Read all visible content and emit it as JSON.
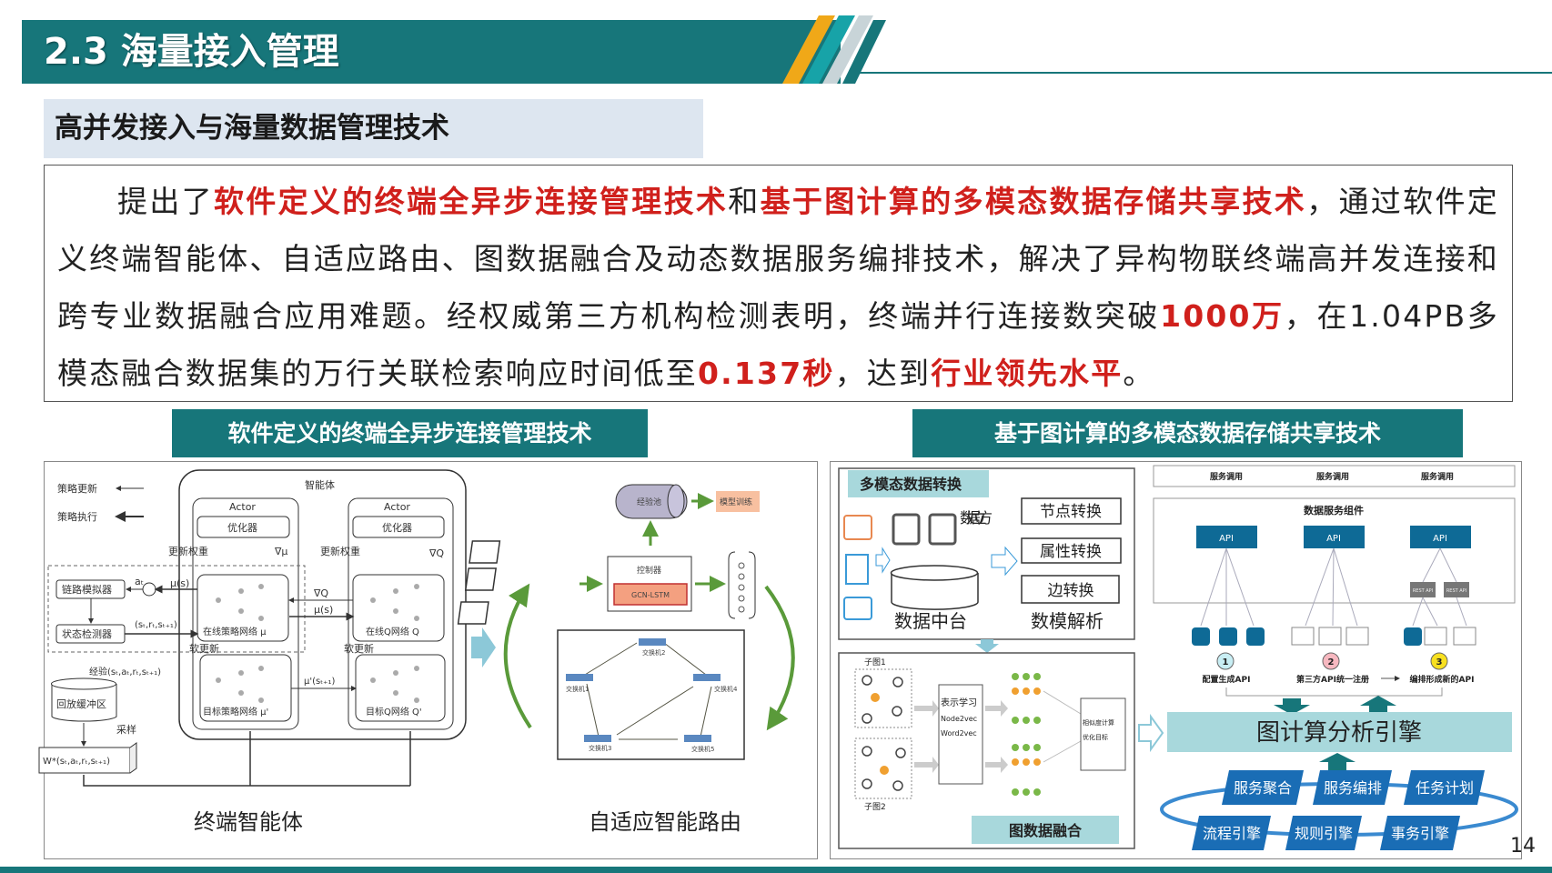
{
  "header": {
    "title": "2.3 海量接入管理",
    "subtitle": "高并发接入与海量数据管理技术",
    "accent": "#17767a",
    "stripe_colors": [
      "#f0a818",
      "#17a3a8",
      "#c8d4d8"
    ]
  },
  "paragraph": {
    "emphasis_color": "#d0201c",
    "segments": [
      {
        "text": "提出了",
        "em": false
      },
      {
        "text": "软件定义的终端全异步连接管理技术",
        "em": true
      },
      {
        "text": "和",
        "em": false
      },
      {
        "text": "基于图计算的多模态数据存储共享技术",
        "em": true
      },
      {
        "text": "，通过软件定义终端智能体、自适应路由、图数据融合及动态数据服务编排技术，解决了异构物联终端高并发连接和跨专业数据融合应用难题。经权威第三方机构检测表明，终端并行连接数突破",
        "em": false
      },
      {
        "text": "1000万",
        "em": true
      },
      {
        "text": "，在1.04PB多模态融合数据集的万行关联检索响应时间低至",
        "em": false
      },
      {
        "text": "0.137秒",
        "em": true
      },
      {
        "text": "，达到",
        "em": false
      },
      {
        "text": "行业领先水平",
        "em": true
      },
      {
        "text": "。",
        "em": false
      }
    ]
  },
  "left_section": {
    "heading": "软件定义的终端全异步连接管理技术",
    "agent_diagram": {
      "legend": [
        "策略更新",
        "策略执行"
      ],
      "container_label": "智能体",
      "actor_label": "Actor",
      "optimizer": "优化器",
      "update_weights": "更新权重",
      "grad_mu": "∇μ",
      "grad_q": "∇Q",
      "online_policy": "在线策略网络 μ",
      "target_policy": "目标策略网络 μ'",
      "online_q": "在线Q网络 Q",
      "target_q": "目标Q网络 Q'",
      "soft_update": "软更新",
      "link_sim": "链路模拟器",
      "state_det": "状态检测器",
      "replay": "回放缓冲区",
      "experience": "经验(sₜ,aₜ,rₜ,sₜ₊₁)",
      "sampling": "采样",
      "sample_tuple": "W*(sₜ,aₜ,rₜ,sₜ₊₁)",
      "mu_s": "μ(s)",
      "a_t": "aₜ",
      "state_tuple": "(sₜ,rₜ,sₜ₊₁)",
      "mu_target": "μ'(sₜ₊₁)",
      "caption": "终端智能体"
    },
    "routing_diagram": {
      "pool": "经验池",
      "training": "模型训练",
      "controller": "控制器",
      "model": "GCN-LSTM",
      "switches": [
        "交换机1",
        "交换机2",
        "交换机3",
        "交换机4",
        "交换机5"
      ],
      "caption": "自适应智能路由"
    }
  },
  "right_section": {
    "heading": "基于图计算的多模态数据存储共享技术",
    "conversion": {
      "label": "多模态数据转换",
      "cube": "数据立方",
      "platform": "数据中台",
      "ops": [
        "节点转换",
        "属性转换",
        "边转换"
      ],
      "parse": "数模解析"
    },
    "fusion": {
      "sub1": "子图1",
      "sub2": "子图2",
      "repr": [
        "表示学习",
        "Node2vec",
        "Word2vec"
      ],
      "sim": [
        "相似度计算",
        "优化目标"
      ],
      "label": "图数据融合"
    },
    "services": {
      "calls": [
        "服务调用",
        "服务调用",
        "服务调用"
      ],
      "component": "数据服务组件",
      "api": "API",
      "rest_api": "REST API",
      "steps": [
        {
          "num": "1",
          "label": "配置生成API",
          "color": "#c8eef4"
        },
        {
          "num": "2",
          "label": "第三方API统一注册",
          "color": "#f7b8c0"
        },
        {
          "num": "3",
          "label": "编排形成新的API",
          "color": "#f8e020"
        }
      ],
      "engine": "图计算分析引擎",
      "cycle_top": [
        "服务聚合",
        "服务编排",
        "任务计划"
      ],
      "cycle_bottom": [
        "流程引擎",
        "规则引擎",
        "事务引擎"
      ]
    }
  },
  "page_number": "14"
}
